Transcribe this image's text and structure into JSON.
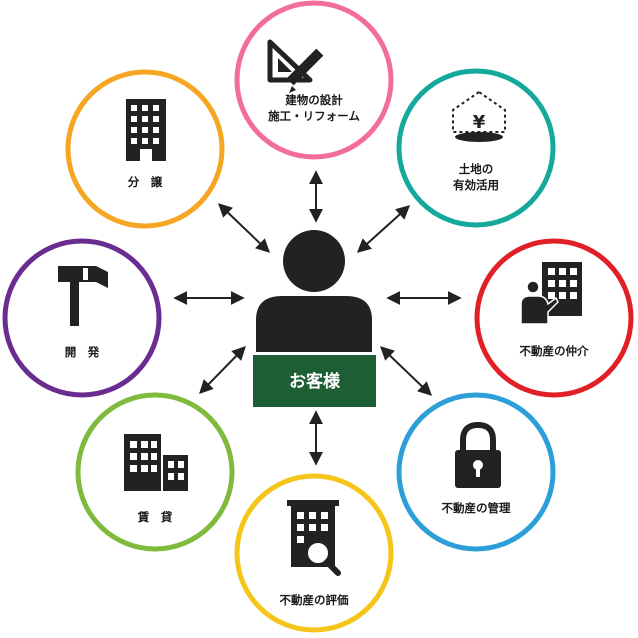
{
  "center": {
    "label": "お客様",
    "label_bg_color": "#1e5e35",
    "icon": "person-icon"
  },
  "nodes": [
    {
      "id": "design",
      "lines": [
        "建物の設計",
        "施工・リフォーム"
      ],
      "color": "#f26d9a",
      "icon": "drafting-tools-icon"
    },
    {
      "id": "land",
      "lines": [
        "土地の",
        "有効活用"
      ],
      "color": "#14a99b",
      "icon": "yen-land-icon"
    },
    {
      "id": "brokerage",
      "lines": [
        "不動産の仲介"
      ],
      "color": "#e11f26",
      "icon": "agent-building-icon"
    },
    {
      "id": "management",
      "lines": [
        "不動産の管理"
      ],
      "color": "#2d9ed7",
      "icon": "padlock-icon"
    },
    {
      "id": "appraisal",
      "lines": [
        "不動産の評価"
      ],
      "color": "#f5c51a",
      "icon": "building-magnifier-icon"
    },
    {
      "id": "leasing",
      "lines": [
        "賃　貸"
      ],
      "color": "#7fba3c",
      "icon": "buildings-icon"
    },
    {
      "id": "development",
      "lines": [
        "開　発"
      ],
      "color": "#6a2c91",
      "icon": "hammer-icon"
    },
    {
      "id": "subdivision",
      "lines": [
        "分　譲"
      ],
      "color": "#f5a623",
      "icon": "tower-building-icon"
    }
  ],
  "arrow_color": "#222222"
}
